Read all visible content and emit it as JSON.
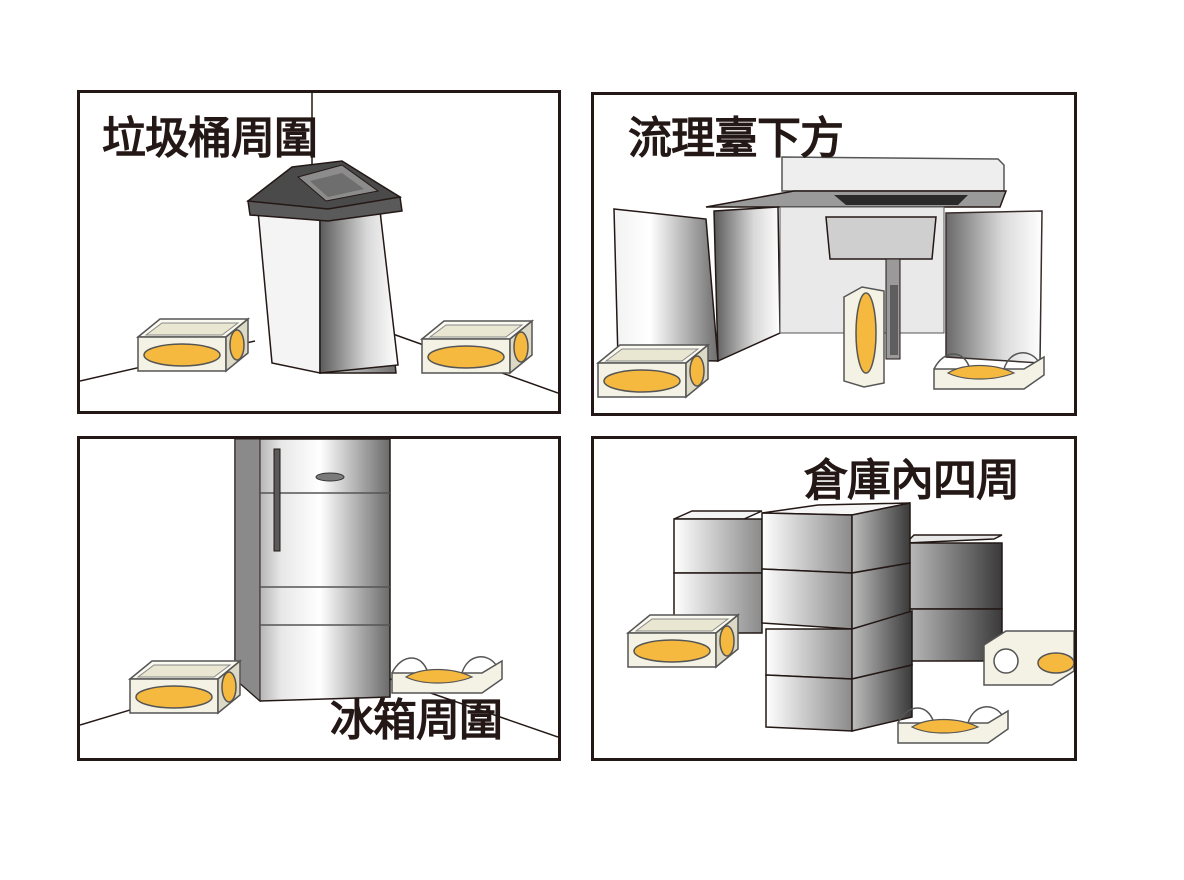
{
  "panels": [
    {
      "label": "垃圾桶周圍"
    },
    {
      "label": "流理臺下方"
    },
    {
      "label": "冰箱周圍"
    },
    {
      "label": "倉庫內四周"
    }
  ],
  "colors": {
    "border": "#231815",
    "bait": "#f5b93f",
    "trap": "#f4f2e4",
    "lid": "#4a4a4a"
  },
  "icons": [
    "trash-can-icon",
    "sink-icon",
    "refrigerator-icon",
    "boxes-icon",
    "bait-trap-icon"
  ]
}
